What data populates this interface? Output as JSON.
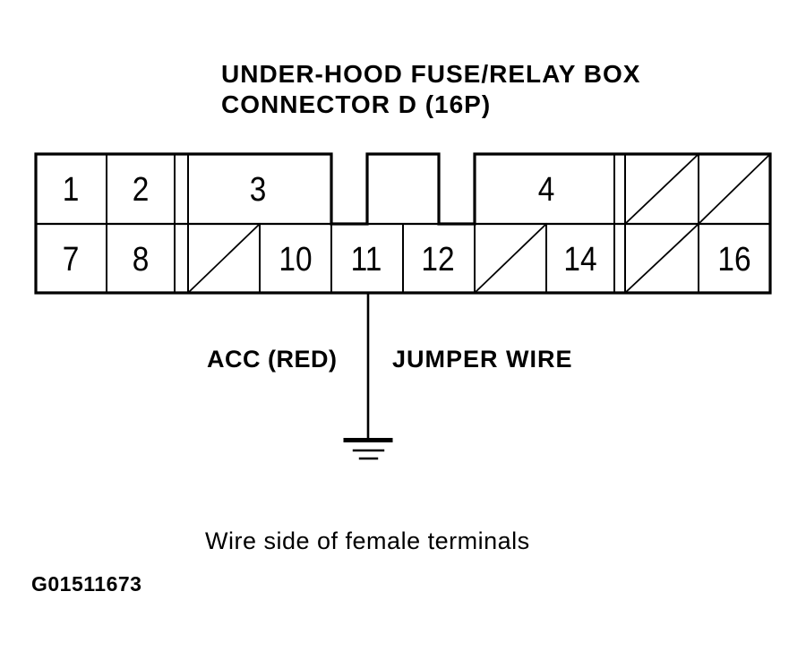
{
  "title": {
    "line1": "UNDER-HOOD FUSE/RELAY BOX",
    "line2": "CONNECTOR D (16P)"
  },
  "connector": {
    "name": "Connector D",
    "pin_count_label": "16P",
    "pins": {
      "p1": "1",
      "p2": "2",
      "p3": "3",
      "p4": "4",
      "p7": "7",
      "p8": "8",
      "p10": "10",
      "p11": "11",
      "p12": "12",
      "p14": "14",
      "p16": "16"
    },
    "crossed_cells": [
      "5",
      "6",
      "9",
      "13",
      "15"
    ]
  },
  "wire": {
    "left_label": "ACC (RED)",
    "right_label": "JUMPER WIRE",
    "from_pin": "11",
    "to": "ground"
  },
  "caption": "Wire side of female terminals",
  "figure_id": "G01511673",
  "colors": {
    "ink": "#000000",
    "paper": "#ffffff"
  }
}
